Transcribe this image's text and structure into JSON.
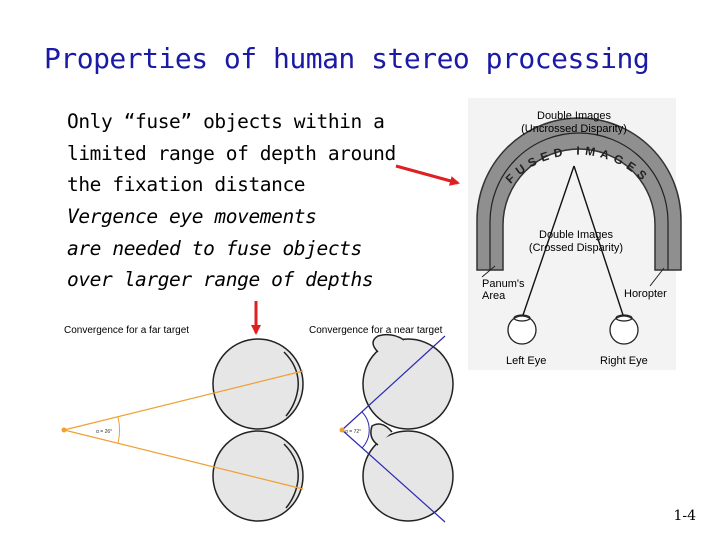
{
  "slide": {
    "title": "Properties of human stereo processing",
    "bullet1": [
      "Only “fuse” objects within a",
      "limited range of depth around",
      "the fixation distance"
    ],
    "bullet2": [
      "Vergence eye movements",
      "are needed to fuse objects",
      "over larger range of depths"
    ],
    "slide_number": "1-4"
  },
  "horopter_figure": {
    "top_label": [
      "Double Images",
      "(Uncrossed Disparity)"
    ],
    "arc_text": "FUSED IMAGES",
    "inner_label": [
      "Double Images",
      "(Crossed Disparity)"
    ],
    "panum_label": [
      "Panum's",
      "Area"
    ],
    "horopter_label": "Horopter",
    "left_eye_label": "Left Eye",
    "right_eye_label": "Right Eye"
  },
  "vergence_figure": {
    "far_title": "Convergence for a far target",
    "near_title": "Convergence for a near target",
    "far_angle_label": "α = 26°",
    "near_angle_label": "α = 72°"
  },
  "colors": {
    "title": "#1a1aa6",
    "arrow": "#e02020",
    "far_line": "#f0a030",
    "near_line": "#2a2ab0",
    "eye_fill": "#e6e6e6"
  },
  "icons": {
    "pointer_arrow": "red-arrow-icon",
    "down_arrow": "red-down-arrow-icon"
  }
}
